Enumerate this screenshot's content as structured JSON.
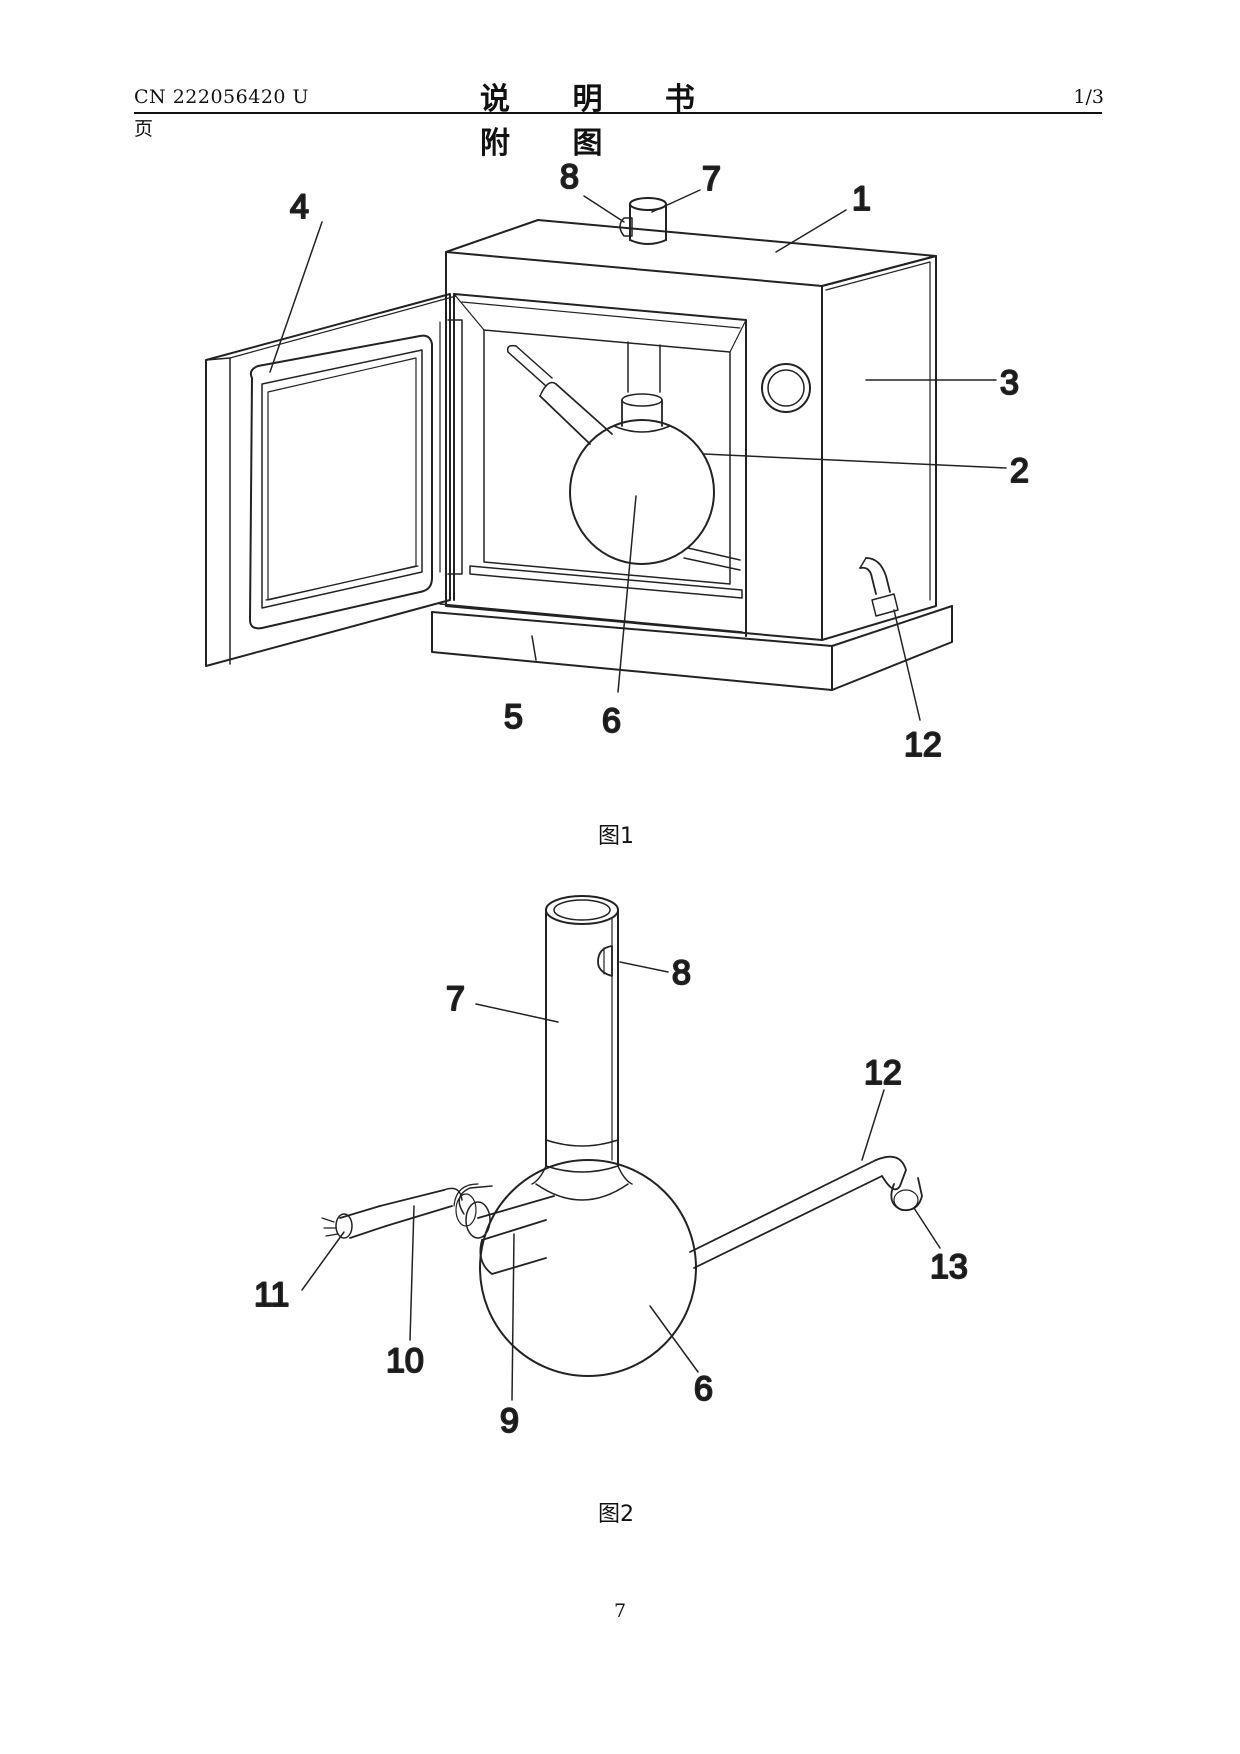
{
  "header": {
    "left": "CN 222056420 U",
    "page_word": "页",
    "title": "说 明 书 附 图",
    "right": "1/3"
  },
  "fig1": {
    "caption": "图1",
    "labels": {
      "l1": "1",
      "l2": "2",
      "l3": "3",
      "l4": "4",
      "l5": "5",
      "l6": "6",
      "l7": "7",
      "l8": "8",
      "l12": "12"
    }
  },
  "fig2": {
    "caption": "图2",
    "labels": {
      "l6": "6",
      "l7": "7",
      "l8": "8",
      "l9": "9",
      "l10": "10",
      "l11": "11",
      "l12": "12",
      "l13": "13"
    }
  },
  "footer": {
    "page_number": "7"
  }
}
